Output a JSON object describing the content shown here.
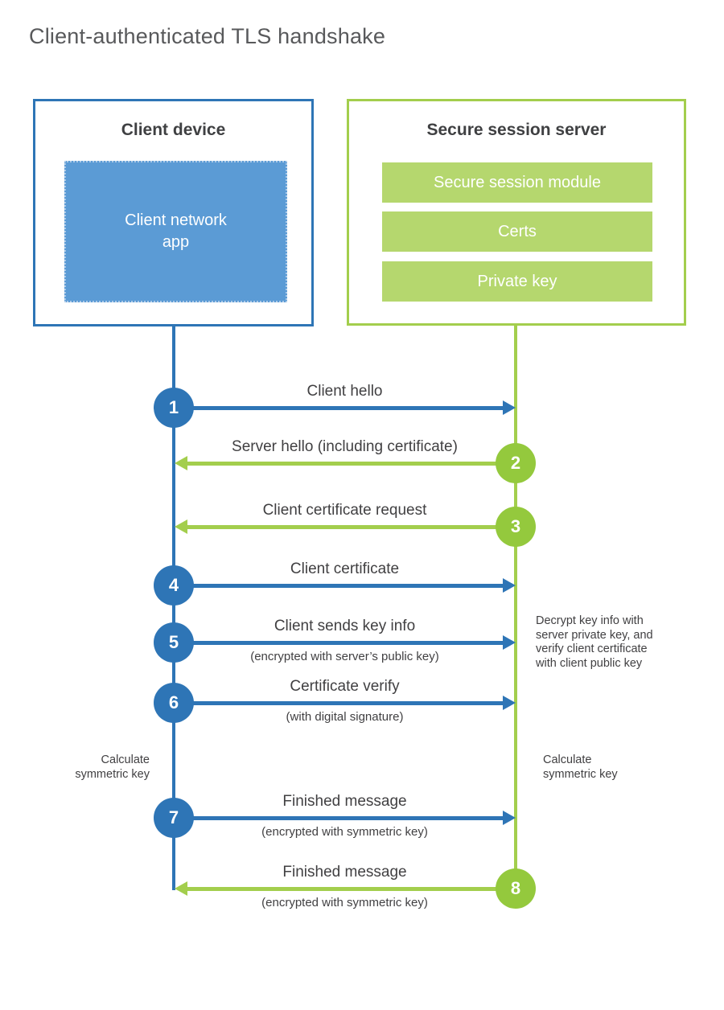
{
  "title": "Client-authenticated TLS handshake",
  "colors": {
    "blue": "#2E75B6",
    "blue_fill": "#5B9BD5",
    "green": "#A3CE4D",
    "green_circle": "#94C93D",
    "green_fill": "#B5D76E",
    "text": "#414042"
  },
  "client_box": {
    "title": "Client device",
    "app_label": "Client network\napp"
  },
  "server_box": {
    "title": "Secure session server",
    "modules": [
      "Secure session module",
      "Certs",
      "Private key"
    ]
  },
  "steps": [
    {
      "number": "1",
      "label": "Client hello",
      "sublabel": "",
      "direction": "right"
    },
    {
      "number": "2",
      "label": "Server hello (including certificate)",
      "sublabel": "",
      "direction": "left"
    },
    {
      "number": "3",
      "label": "Client certificate request",
      "sublabel": "",
      "direction": "left"
    },
    {
      "number": "4",
      "label": "Client certificate",
      "sublabel": "",
      "direction": "right"
    },
    {
      "number": "5",
      "label": "Client sends key info",
      "sublabel": "(encrypted with server’s public key)",
      "direction": "right"
    },
    {
      "number": "6",
      "label": "Certificate verify",
      "sublabel": "(with digital signature)",
      "direction": "right"
    },
    {
      "number": "7",
      "label": "Finished message",
      "sublabel": "(encrypted with symmetric key)",
      "direction": "right"
    },
    {
      "number": "8",
      "label": "Finished message",
      "sublabel": "(encrypted with symmetric key)",
      "direction": "left"
    }
  ],
  "annotations": {
    "left_note": "Calculate\nsymmetric key",
    "right_note": "Calculate\nsymmetric key",
    "decrypt_note": "Decrypt key info with\nserver private key, and\nverify client certificate\nwith client public key"
  }
}
